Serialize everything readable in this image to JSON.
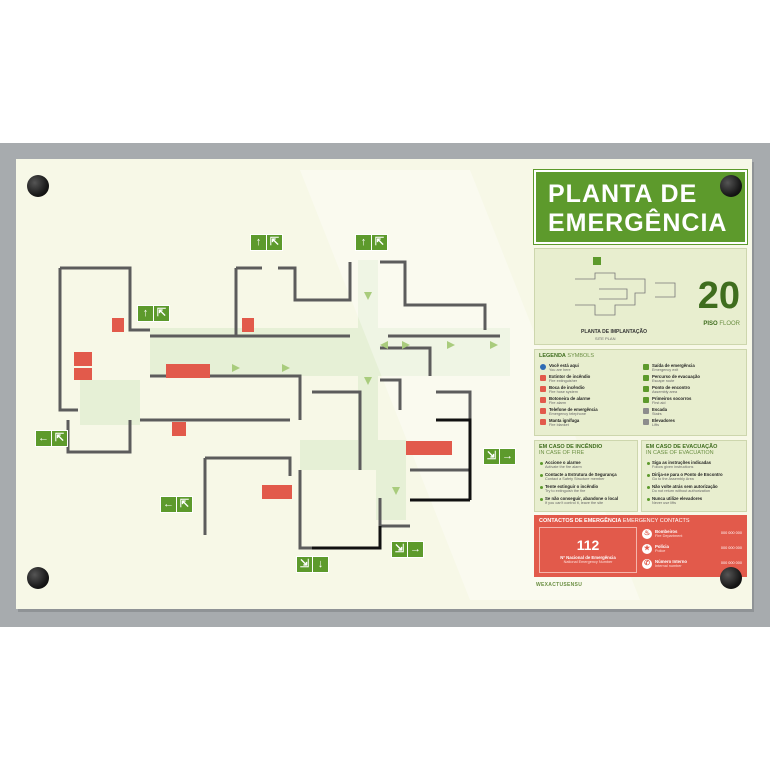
{
  "title": {
    "line1": "PLANTA DE",
    "line2": "EMERGÊNCIA"
  },
  "site_plan": {
    "caption": "PLANTA DE IMPLANTAÇÃO",
    "caption_en": "SITE PLAN"
  },
  "floor": {
    "number": "20",
    "label_pt": "PISO",
    "label_en": "FLOOR"
  },
  "legend": {
    "title_pt": "LEGENDA",
    "title_en": "SYMBOLS",
    "left": [
      {
        "pt": "Você está aqui",
        "en": "You are here",
        "color": "blue",
        "icon": "you-are-here-icon"
      },
      {
        "pt": "Extintor de incêndio",
        "en": "Fire extinguisher",
        "color": "red",
        "icon": "fire-extinguisher-icon"
      },
      {
        "pt": "Boca de incêndio",
        "en": "Fire hose system",
        "color": "red",
        "icon": "fire-hose-icon"
      },
      {
        "pt": "Botoneira de alarme",
        "en": "Fire alarm",
        "color": "red",
        "icon": "fire-alarm-icon"
      },
      {
        "pt": "Telefone de emergência",
        "en": "Emergency telephone",
        "color": "red",
        "icon": "emergency-phone-icon"
      },
      {
        "pt": "Manta ignífuga",
        "en": "Fire blanket",
        "color": "red",
        "icon": "fire-blanket-icon"
      }
    ],
    "right": [
      {
        "pt": "Saída de emergência",
        "en": "Emergency exit",
        "color": "green",
        "icon": "emergency-exit-icon"
      },
      {
        "pt": "Percurso de evacuação",
        "en": "Escape route",
        "color": "green",
        "icon": "escape-route-icon"
      },
      {
        "pt": "Ponto de encontro",
        "en": "Assembly area",
        "color": "green",
        "icon": "assembly-point-icon"
      },
      {
        "pt": "Primeiros socorros",
        "en": "First aid",
        "color": "green",
        "icon": "first-aid-icon"
      },
      {
        "pt": "Escada",
        "en": "Stairs",
        "color": "gray",
        "icon": "stairs-icon"
      },
      {
        "pt": "Elevadores",
        "en": "Lifts",
        "color": "gray",
        "icon": "elevator-icon"
      }
    ]
  },
  "fire_section": {
    "title_pt": "EM CASO DE INCÊNDIO",
    "title_en": "IN CASE OF FIRE",
    "items": [
      {
        "pt": "Accione o alarme",
        "en": "Activate the fire alarm"
      },
      {
        "pt": "Contacte a Estrutura de Segurança",
        "en": "Contact a Safety Structure member"
      },
      {
        "pt": "Tente extinguir o incêndio",
        "en": "Try to extinguish the fire"
      },
      {
        "pt": "Se não conseguir, abandone o local",
        "en": "If you can't control it, leave the site"
      }
    ]
  },
  "evac_section": {
    "title_pt": "EM CASO DE EVACUAÇÃO",
    "title_en": "IN CASE OF EVACUATION",
    "items": [
      {
        "pt": "Siga as instruções indicadas",
        "en": "Follow given instructions"
      },
      {
        "pt": "Dirija-se para o Ponto de Encontro",
        "en": "Go to the Assembly Area"
      },
      {
        "pt": "Não volte atrás sem autorização",
        "en": "Do not return without authorization"
      },
      {
        "pt": "Nunca utilize elevadores",
        "en": "Never use lifts"
      }
    ]
  },
  "contacts": {
    "title_pt": "CONTACTOS DE EMERGÊNCIA",
    "title_en": "EMERGENCY CONTACTS",
    "national": {
      "number": "112",
      "pt": "Nº Nacional de Emergência",
      "en": "National Emergency Number"
    },
    "list": [
      {
        "name": "Bombeiros",
        "en": "Fire Department",
        "number": "000 000 000",
        "icon": "fire-department-icon"
      },
      {
        "name": "Polícia",
        "en": "Police",
        "number": "000 000 000",
        "icon": "police-icon"
      },
      {
        "name": "Número Interno",
        "en": "Internal number",
        "number": "000 000 000",
        "icon": "phone-icon"
      }
    ]
  },
  "brand": "WEXACTUSENSU",
  "colors": {
    "green": "#5d9a2c",
    "red": "#e25a4b",
    "panel": "#f7f8e7",
    "frame": "#a7abae"
  }
}
